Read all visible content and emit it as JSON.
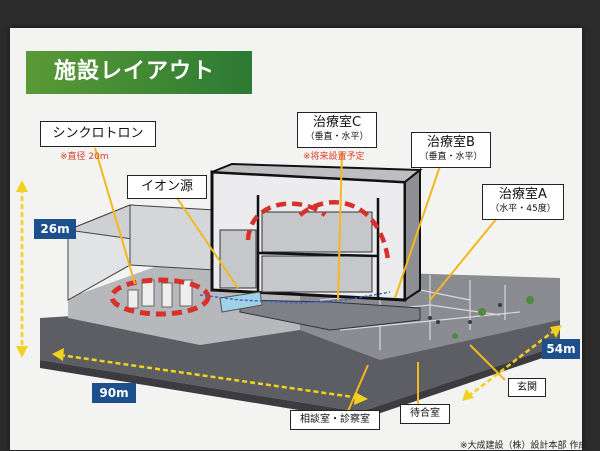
{
  "heading": "施設レイアウト",
  "labels": {
    "synchrotron": "シンクロトロン",
    "synchrotron_note": "※直径 20m",
    "ion_source": "イオン源",
    "room_c": "治療室C",
    "room_c_sub": "（垂直・水平）",
    "room_c_note": "※将来設置予定",
    "room_b": "治療室B",
    "room_b_sub": "（垂直・水平）",
    "room_a": "治療室A",
    "room_a_sub": "（水平・45度）",
    "consultation": "相談室・診察室",
    "waiting": "待合室",
    "entrance": "玄関"
  },
  "dimensions": {
    "height": "26m",
    "width": "90m",
    "depth": "54m"
  },
  "credit": "※大成建設（株）設計本部 作成",
  "colors": {
    "banner": "#2c7a34",
    "dimension_tag": "#1d4f8c",
    "ring": "#d8302a",
    "leader_line": "#f2b81e",
    "arrow": "#f2d21e"
  }
}
